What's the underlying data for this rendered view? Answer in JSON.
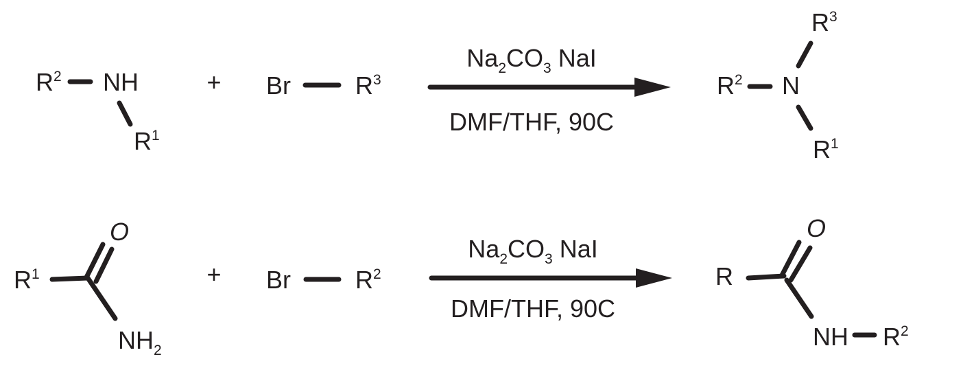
{
  "reaction1": {
    "reactant1": {
      "r2": "R",
      "r2_sup": "2",
      "nh": "NH",
      "r1": "R",
      "r1_sup": "1"
    },
    "plus": "+",
    "reactant2": {
      "br": "Br",
      "r": "R",
      "r_sup": "3"
    },
    "reagents": {
      "na": "Na",
      "sub2": "2",
      "co": "CO",
      "sub3": "3",
      "nai": " NaI"
    },
    "conditions": "DMF/THF, 90C",
    "product": {
      "r2": "R",
      "r2_sup": "2",
      "n": "N",
      "r3": "R",
      "r3_sup": "3",
      "r1": "R",
      "r1_sup": "1"
    }
  },
  "reaction2": {
    "reactant1": {
      "r1": "R",
      "r1_sup": "1",
      "o": "O",
      "nh": "NH",
      "nh_sub": "2"
    },
    "plus": "+",
    "reactant2": {
      "br": "Br",
      "r": "R",
      "r_sup": "2"
    },
    "reagents": {
      "na": "Na",
      "sub2": "2",
      "co": "CO",
      "sub3": "3",
      "nai": " NaI"
    },
    "conditions": "DMF/THF, 90C",
    "product": {
      "r": "R",
      "o": "O",
      "nh": "NH",
      "r2": "R",
      "r2_sup": "2"
    }
  },
  "colors": {
    "ink": "#231f20",
    "background": "#ffffff"
  }
}
